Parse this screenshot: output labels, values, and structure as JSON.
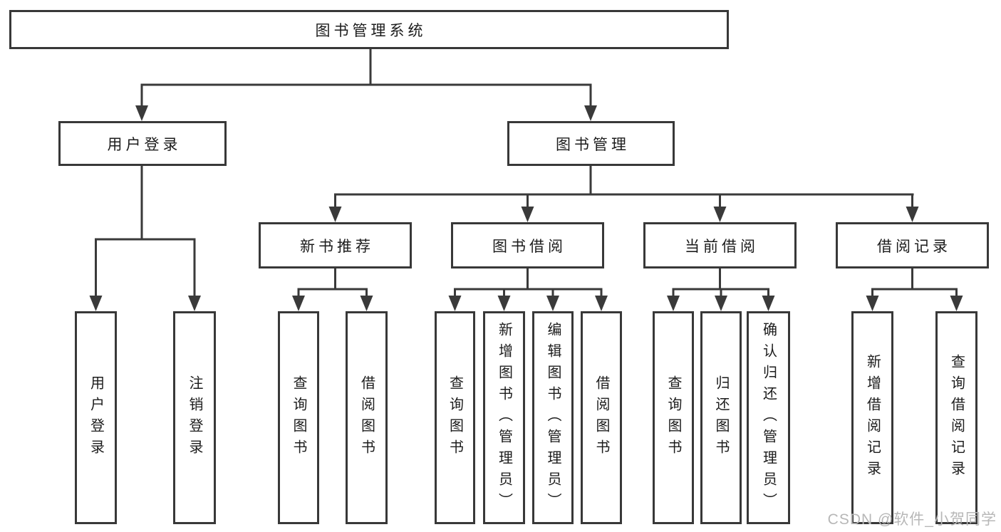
{
  "diagram": {
    "type": "hierarchy",
    "title": "图书管理系统",
    "tree": {
      "label": "图书管理系统",
      "children": [
        {
          "label": "用户登录",
          "children": [
            {
              "label": "用户登录"
            },
            {
              "label": "注销登录"
            }
          ]
        },
        {
          "label": "图书管理",
          "children": [
            {
              "label": "新书推荐",
              "children": [
                {
                  "label": "查询图书"
                },
                {
                  "label": "借阅图书"
                }
              ]
            },
            {
              "label": "图书借阅",
              "children": [
                {
                  "label": "查询图书"
                },
                {
                  "label": "新增图书（管理员）"
                },
                {
                  "label": "编辑图书（管理员）"
                },
                {
                  "label": "借阅图书"
                }
              ]
            },
            {
              "label": "当前借阅",
              "children": [
                {
                  "label": "查询图书"
                },
                {
                  "label": "归还图书"
                },
                {
                  "label": "确认归还（管理员）"
                }
              ]
            },
            {
              "label": "借阅记录",
              "children": [
                {
                  "label": "新增借阅记录"
                },
                {
                  "label": "查询借阅记录"
                }
              ]
            }
          ]
        }
      ]
    }
  },
  "watermark": {
    "text": "CSDN @软件_小贺同学"
  },
  "colors": {
    "background": "#ffffff",
    "line": "#3a3a3a",
    "box_border": "#383838",
    "text": "#1c1c1c",
    "watermark": "#b7b7b7"
  }
}
